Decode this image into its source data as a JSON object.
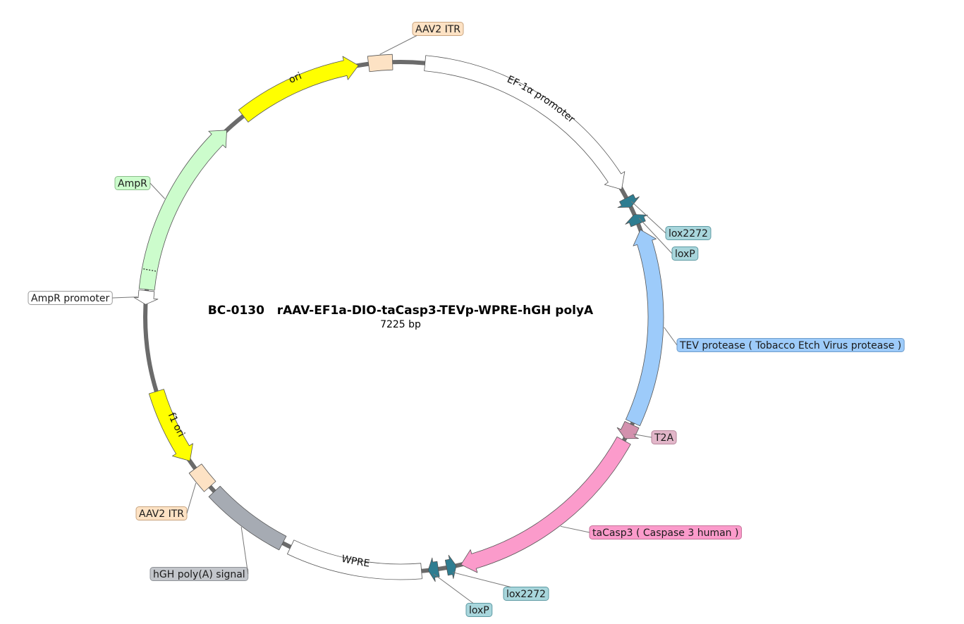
{
  "plasmid": {
    "name": "BC-0130   rAAV-EF1a-DIO-taCasp3-TEVp-WPRE-hGH polyA",
    "size": "7225 bp"
  },
  "features": [
    {
      "id": "aav2-itr-top",
      "label": "AAV2 ITR",
      "fill": "#fde2c4",
      "shape": "box",
      "start": -7.2,
      "end": -1.8
    },
    {
      "id": "ef1a-promoter",
      "label": "EF-1α promoter",
      "fill": "#ffffff",
      "shape": "arrow",
      "dir": "cw",
      "start": 5.5,
      "end": 60,
      "arc_label": true
    },
    {
      "id": "lox2272-1",
      "label": "lox2272",
      "fill": "#2e7d91",
      "shape": "small-arrow",
      "dir": "cw",
      "start": 62.2,
      "end": 64.5
    },
    {
      "id": "loxp-1",
      "label": "loxP",
      "fill": "#2e7d91",
      "shape": "small-arrow",
      "dir": "ccw",
      "start": 66.3,
      "end": 68.6
    },
    {
      "id": "tev-protease",
      "label": "TEV protease  ( Tobacco Etch Virus protease )",
      "fill": "#9dcbfa",
      "shape": "arrow",
      "dir": "ccw",
      "start": 70,
      "end": 114.5
    },
    {
      "id": "t2a",
      "label": "T2A",
      "fill": "#d391ad",
      "shape": "small-arrow",
      "dir": "cw",
      "start": 115,
      "end": 118.5
    },
    {
      "id": "tacasp3",
      "label": "taCasp3  ( Caspase 3 human )",
      "fill": "#fb9bcb",
      "shape": "arrow",
      "dir": "cw",
      "start": 119,
      "end": 166.3
    },
    {
      "id": "lox2272-2",
      "label": "lox2272",
      "fill": "#2e7d91",
      "shape": "small-arrow",
      "dir": "ccw",
      "start": 167.4,
      "end": 169.6
    },
    {
      "id": "loxp-2",
      "label": "loxP",
      "fill": "#2e7d91",
      "shape": "small-arrow",
      "dir": "cw",
      "start": 171.5,
      "end": 173.8
    },
    {
      "id": "wpre",
      "label": "WPRE",
      "fill": "#ffffff",
      "shape": "box",
      "start": 175.3,
      "end": 205.5,
      "arc_label": true
    },
    {
      "id": "hgh-polya",
      "label": "hGH poly(A) signal",
      "fill": "#a6abb3",
      "shape": "box",
      "start": 207.5,
      "end": 226.8
    },
    {
      "id": "aav2-itr-bottom",
      "label": "AAV2 ITR",
      "fill": "#fde2c4",
      "shape": "box",
      "start": 228.3,
      "end": 233.5
    },
    {
      "id": "f1-ori",
      "label": "f1 ori",
      "fill": "#ffff00",
      "shape": "arrow",
      "dir": "ccw",
      "start": 235.6,
      "end": 253,
      "arc_label": true
    },
    {
      "id": "ampr-promoter",
      "label": "AmpR promoter",
      "fill": "#ffffff",
      "shape": "arrow",
      "dir": "ccw",
      "start": 272.8,
      "end": 275.9
    },
    {
      "id": "ampr",
      "label": "AmpR",
      "fill": "#ccfccc",
      "shape": "arrow",
      "dir": "cw",
      "start": 276.2,
      "end": 317.1,
      "dotted_at": 280.6
    },
    {
      "id": "ori",
      "label": "ori",
      "fill": "#ffff00",
      "shape": "arrow",
      "dir": "cw",
      "start": 322,
      "end": 350.5,
      "arc_label": true
    }
  ],
  "callouts": [
    {
      "id": "callout-aav2-itr-top",
      "text": "AAV2 ITR",
      "fill": "#fde2c4",
      "stroke": "#c9a57f"
    },
    {
      "id": "callout-lox2272-1",
      "text": "lox2272",
      "fill": "#a8d6dc",
      "stroke": "#5e9aa3"
    },
    {
      "id": "callout-loxp-1",
      "text": "loxP",
      "fill": "#a8d6dc",
      "stroke": "#5e9aa3"
    },
    {
      "id": "callout-tev-protease",
      "text": "TEV protease  ( Tobacco Etch Virus protease )",
      "fill": "#9dcbfa",
      "stroke": "#6e9ccb"
    },
    {
      "id": "callout-t2a",
      "text": "T2A",
      "fill": "#e2b6c9",
      "stroke": "#b7879c"
    },
    {
      "id": "callout-tacasp3",
      "text": "taCasp3  ( Caspase 3 human )",
      "fill": "#fb9bcb",
      "stroke": "#c77199"
    },
    {
      "id": "callout-lox2272-2",
      "text": "lox2272",
      "fill": "#a8d6dc",
      "stroke": "#5e9aa3"
    },
    {
      "id": "callout-loxp-2",
      "text": "loxP",
      "fill": "#a8d6dc",
      "stroke": "#5e9aa3"
    },
    {
      "id": "callout-hgh-polya",
      "text": "hGH poly(A) signal",
      "fill": "#c3c6cb",
      "stroke": "#8e9297"
    },
    {
      "id": "callout-aav2-itr-bottom",
      "text": "AAV2 ITR",
      "fill": "#fde2c4",
      "stroke": "#c9a57f"
    },
    {
      "id": "callout-ampr-promoter",
      "text": "AmpR promoter",
      "fill": "#ffffff",
      "stroke": "#9a9a9a"
    },
    {
      "id": "callout-ampr",
      "text": "AmpR",
      "fill": "#ccfccc",
      "stroke": "#8cbf8c"
    }
  ]
}
